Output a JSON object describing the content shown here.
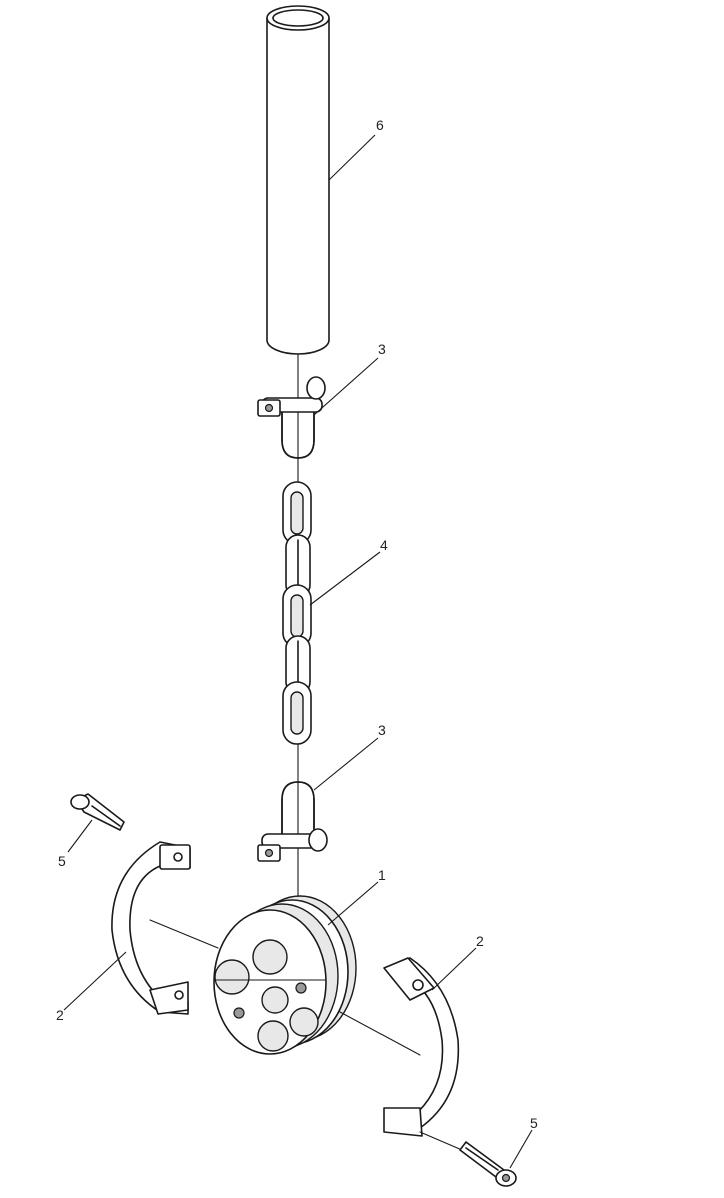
{
  "callouts": [
    {
      "id": "pipe",
      "label": "6"
    },
    {
      "id": "shackle-top",
      "label": "3"
    },
    {
      "id": "chain",
      "label": "4"
    },
    {
      "id": "shackle-bottom",
      "label": "3"
    },
    {
      "id": "bolt-left",
      "label": "5"
    },
    {
      "id": "clamp-left",
      "label": "2"
    },
    {
      "id": "disk",
      "label": "1"
    },
    {
      "id": "clamp-right",
      "label": "2"
    },
    {
      "id": "bolt-right",
      "label": "5"
    }
  ]
}
